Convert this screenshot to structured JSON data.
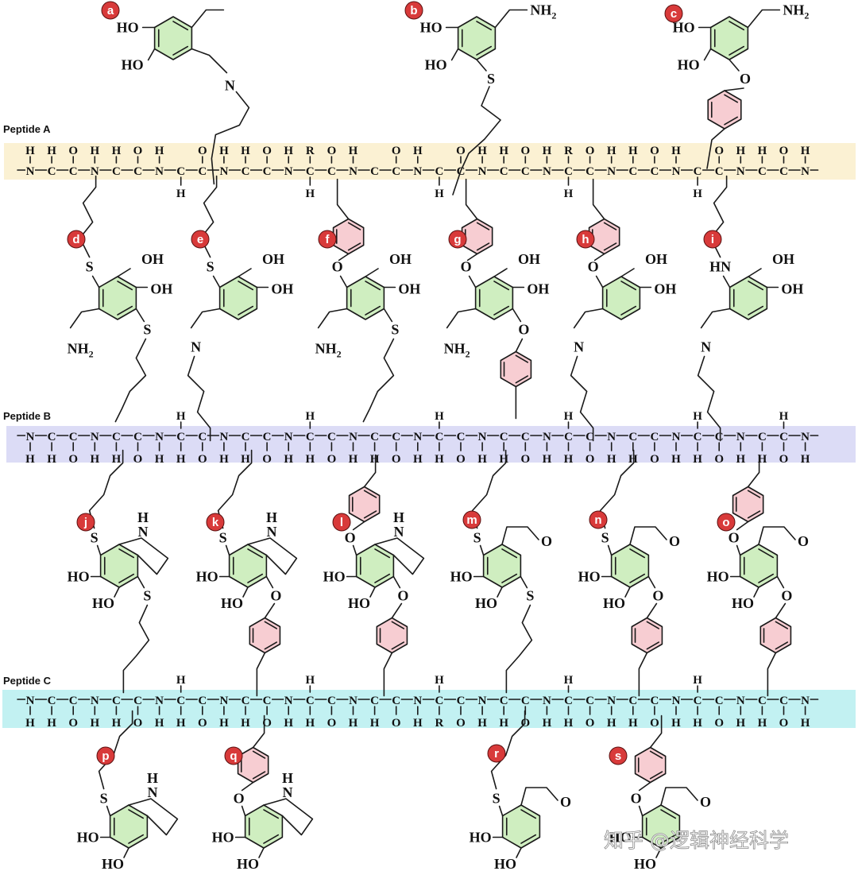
{
  "peptides": [
    {
      "label": "Peptide A",
      "color": "#fbf1d3"
    },
    {
      "label": "Peptide B",
      "color": "#dcdcf6"
    },
    {
      "label": "Peptide C",
      "color": "#c2f1f2"
    }
  ],
  "badges": [
    "a",
    "b",
    "c",
    "d",
    "e",
    "f",
    "g",
    "h",
    "i",
    "j",
    "k",
    "l",
    "m",
    "n",
    "o",
    "p",
    "q",
    "r",
    "s"
  ],
  "atoms": {
    "HO": "HO",
    "OH": "OH",
    "NH2": "NH",
    "NH2_sub": "2",
    "N": "N",
    "NH": "NH",
    "HN": "HN",
    "S": "S",
    "O": "O",
    "H": "H"
  },
  "backbone": {
    "A": {
      "top": [
        "H",
        "H",
        "O",
        "H",
        "H",
        "O",
        "H",
        "",
        "O",
        "H",
        "H",
        "O",
        "H",
        "R",
        "O",
        "H",
        "",
        "O",
        "H",
        "",
        "O",
        "H",
        "H",
        "O",
        "H",
        "R",
        "O",
        "H",
        "H",
        "O",
        "H",
        "",
        "O",
        "H",
        "H",
        "O",
        "H"
      ],
      "bottom": [
        "",
        "",
        "",
        "",
        "",
        "",
        "",
        "H",
        "",
        "",
        "",
        "",
        "",
        "H",
        "",
        "",
        "",
        "",
        "",
        "H",
        "",
        "",
        "",
        "",
        "",
        "H",
        "",
        "",
        "",
        "",
        "",
        "H",
        "",
        "",
        "",
        "",
        ""
      ]
    },
    "B": {
      "atoms": [
        "N",
        "C",
        "C",
        "N",
        "C",
        "C",
        "N",
        "C",
        "C",
        "N",
        "C",
        "C",
        "N",
        "C",
        "C",
        "N",
        "C",
        "C",
        "N",
        "C",
        "C",
        "N",
        "C",
        "C",
        "N",
        "C",
        "C",
        "N",
        "C",
        "C",
        "N",
        "C",
        "C",
        "N",
        "C",
        "C",
        "N"
      ]
    },
    "C": {
      "atoms": [
        "N",
        "C",
        "C",
        "N",
        "C",
        "C",
        "N",
        "C",
        "C",
        "N",
        "C",
        "C",
        "N",
        "C",
        "C",
        "N",
        "C",
        "C",
        "N",
        "C",
        "C",
        "N",
        "C",
        "C",
        "N",
        "C",
        "C",
        "N",
        "C",
        "C",
        "N",
        "C",
        "C",
        "N",
        "C",
        "C",
        "N"
      ]
    }
  },
  "watermark": "知乎 @逻辑神经科学"
}
